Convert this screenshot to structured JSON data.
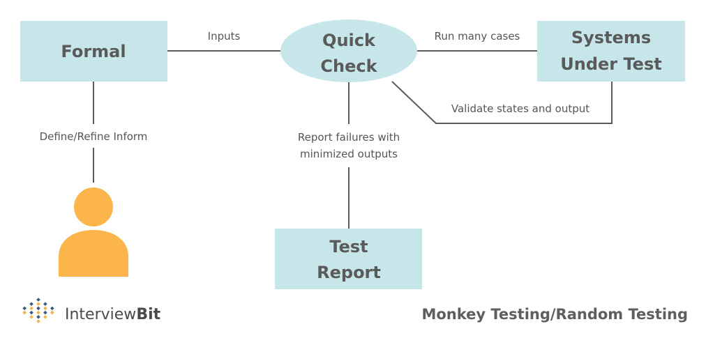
{
  "colors": {
    "box_fill": "#c6e6ea",
    "ellipse_fill": "#c6e6ea",
    "line": "#5a5a5a",
    "person": "#fbb54a",
    "text": "#555555",
    "brand_dark": "#3d5a7a",
    "brand_light": "#f0b64e"
  },
  "nodes": {
    "formal": "Formal",
    "quickcheck": {
      "line1": "Quick",
      "line2": "Check"
    },
    "sut": {
      "line1": "Systems",
      "line2": "Under Test"
    },
    "report": {
      "line1": "Test",
      "line2": "Report"
    },
    "user_icon": "person-icon"
  },
  "edges": {
    "inputs": "Inputs",
    "run": "Run many cases",
    "validate": "Validate states and output",
    "define": "Define/Refine Inform",
    "failures": {
      "line1": "Report failures with",
      "line2": "minimized outputs"
    }
  },
  "brand": {
    "logo_icon": "interviewbit-logo-icon",
    "name_part1": "Interview",
    "name_part2": "Bit"
  },
  "caption": "Monkey Testing/Random Testing"
}
